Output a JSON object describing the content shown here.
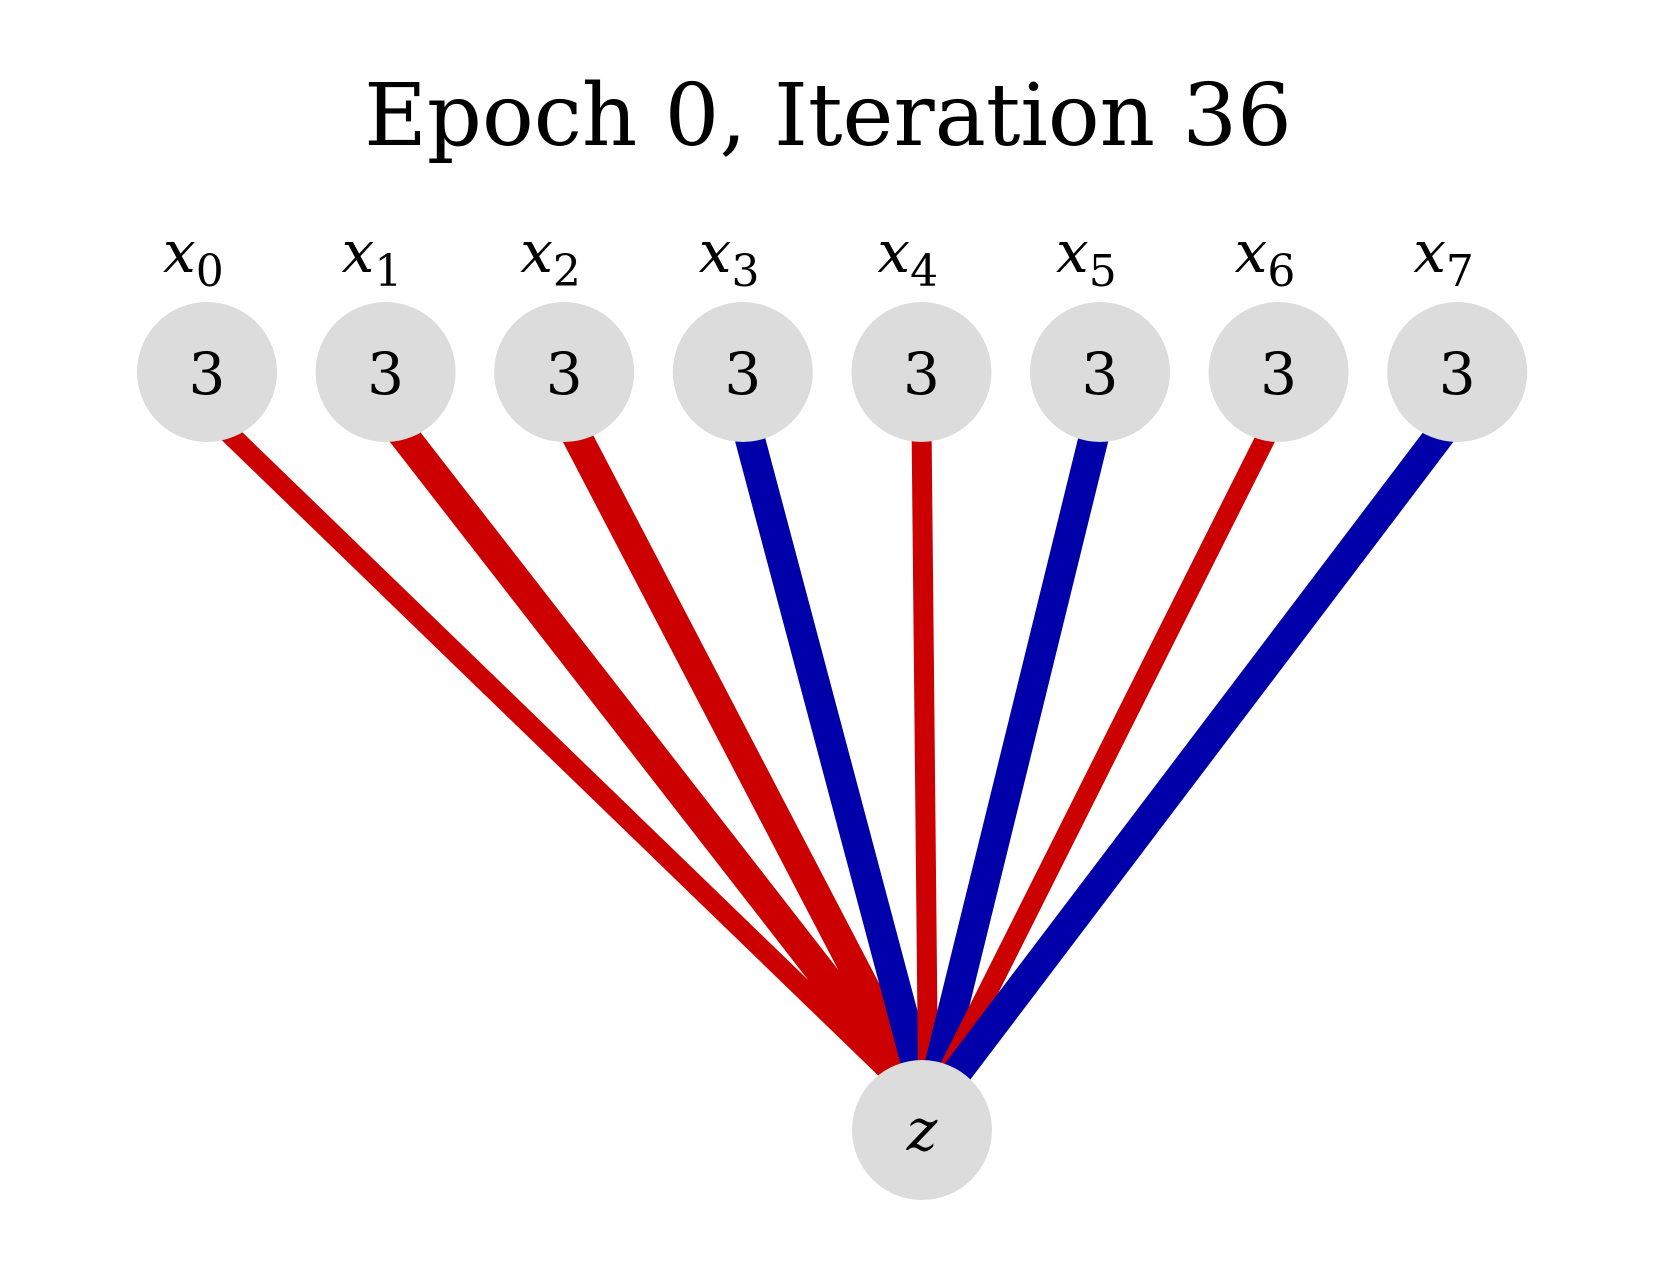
{
  "title": "Epoch 0, Iteration 36",
  "colors": {
    "node_fill": "#dcdcdc",
    "positive_edge": "#cc0000",
    "negative_edge": "#0000aa",
    "background": "#ffffff"
  },
  "inputs": [
    {
      "var": "x",
      "sub": "0",
      "value": "3",
      "edge_sign": "positive",
      "edge_weight": "thin"
    },
    {
      "var": "x",
      "sub": "1",
      "value": "3",
      "edge_sign": "positive",
      "edge_weight": "thick"
    },
    {
      "var": "x",
      "sub": "2",
      "value": "3",
      "edge_sign": "positive",
      "edge_weight": "thick"
    },
    {
      "var": "x",
      "sub": "3",
      "value": "3",
      "edge_sign": "negative",
      "edge_weight": "thick"
    },
    {
      "var": "x",
      "sub": "4",
      "value": "3",
      "edge_sign": "positive",
      "edge_weight": "thin"
    },
    {
      "var": "x",
      "sub": "5",
      "value": "3",
      "edge_sign": "negative",
      "edge_weight": "thick"
    },
    {
      "var": "x",
      "sub": "6",
      "value": "3",
      "edge_sign": "positive",
      "edge_weight": "thin"
    },
    {
      "var": "x",
      "sub": "7",
      "value": "3",
      "edge_sign": "negative",
      "edge_weight": "thick"
    }
  ],
  "output": {
    "label": "z"
  }
}
